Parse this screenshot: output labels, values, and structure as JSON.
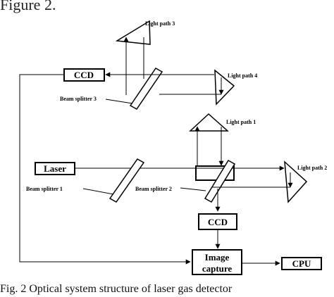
{
  "top_text": "Figure 2.",
  "caption": "Fig. 2 Optical system structure of laser gas detector",
  "boxes": {
    "ccd_top": "CCD",
    "laser": "Laser",
    "ccd_bottom": "CCD",
    "image_capture_line1": "Image",
    "image_capture_line2": "capture",
    "cpu": "CPU"
  },
  "labels": {
    "light_path_1": "Light path 1",
    "light_path_2": "Light path 2",
    "light_path_3": "Light path 3",
    "light_path_4": "Light path 4",
    "beam_splitter_1": "Beam splitter 1",
    "beam_splitter_2": "Beam splitter 2",
    "beam_splitter_3": "Beam splitter 3"
  }
}
